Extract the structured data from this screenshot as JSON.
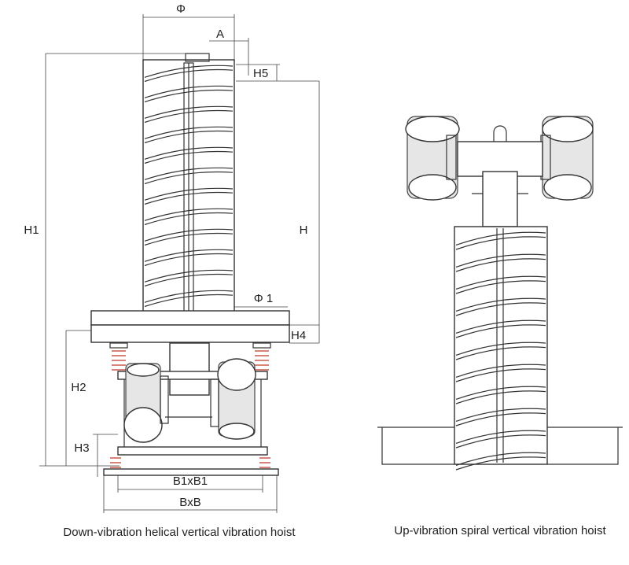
{
  "left_diagram": {
    "caption": "Down-vibration helical vertical vibration hoist",
    "labels": {
      "phi": "Φ",
      "a": "A",
      "h5": "H5",
      "h1": "H1",
      "h": "H",
      "phi1": "Φ 1",
      "h4": "H4",
      "h2": "H2",
      "h3": "H3",
      "b1xb1": "B1xB1",
      "bxb": "BxB"
    }
  },
  "right_diagram": {
    "caption": "Up-vibration spiral vertical vibration hoist"
  },
  "colors": {
    "line": "#333333",
    "spring": "#c0392b",
    "motor_fill": "#e6e6e6"
  }
}
